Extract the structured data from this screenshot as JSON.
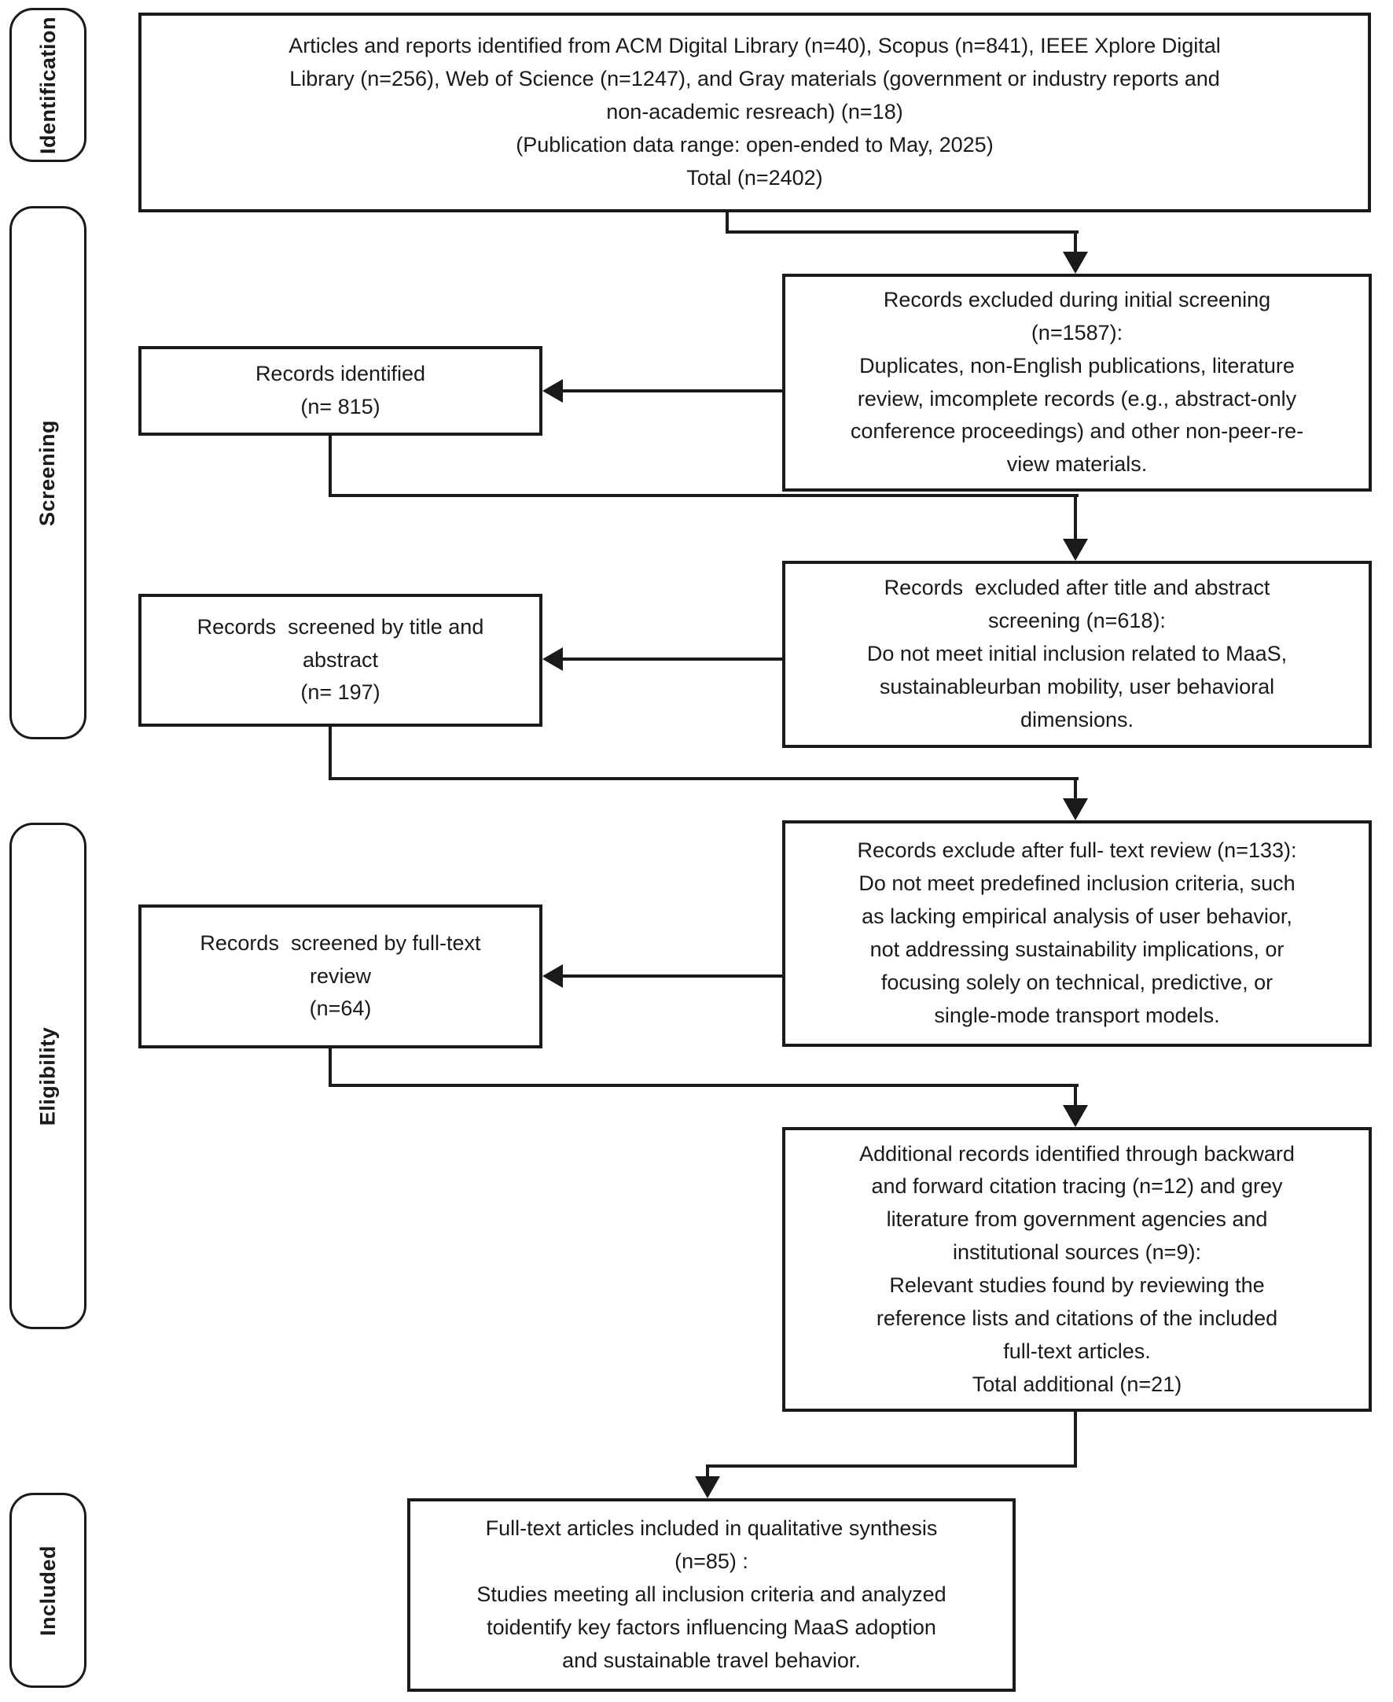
{
  "colors": {
    "line": "#1a1a1a",
    "box_border": "#1a1a1a",
    "text": "#1a1a1a",
    "background": "#ffffff"
  },
  "stage_labels": [
    {
      "label": "Identification"
    },
    {
      "label": "Screening"
    },
    {
      "label": "Eligibility"
    },
    {
      "label": "Included"
    }
  ],
  "boxes": {
    "sources": "Articles and reports identified from ACM Digital Library (n=40), Scopus (n=841), IEEE Xplore Digital\nLibrary (n=256), Web of Science (n=1247), and Gray materials (government or industry reports and\nnon-academic resreach) (n=18)\n(Publication data range: open-ended to May, 2025)\nTotal (n=2402)",
    "excluded_initial": "Records excluded during initial screening\n(n=1587):\nDuplicates, non-English publications, literature\nreview, imcomplete records (e.g., abstract-only\nconference proceedings) and other non-peer-re-\nview materials.",
    "records_identified": "Records identified\n(n= 815)",
    "excluded_title_abstract": "Records  excluded after title and abstract\nscreening (n=618):\nDo not meet initial inclusion related to MaaS,\nsustainableurban mobility, user behavioral\ndimensions.",
    "screened_title_abstract": "Records  screened by title and\nabstract\n(n= 197)",
    "excluded_full_text": "Records exclude after full- text review (n=133):\nDo not meet predefined inclusion criteria, such\nas lacking empirical analysis of user behavior,\nnot addressing sustainability implications, or\nfocusing solely on technical, predictive, or\nsingle-mode transport models.",
    "screened_full_text": "Records  screened by full-text\nreview\n(n=64)",
    "additional_records": "Additional records identified through backward\nand forward citation tracing (n=12) and grey\nliterature from government agencies and\ninstitutional sources (n=9):\nRelevant studies found by reviewing the\nreference lists and citations of the included\nfull-text articles.\nTotal additional (n=21)",
    "included_synthesis": "Full-text articles included in qualitative synthesis\n(n=85) :\nStudies meeting all inclusion criteria and analyzed\ntoidentify key factors influencing MaaS adoption\nand sustainable travel behavior."
  }
}
